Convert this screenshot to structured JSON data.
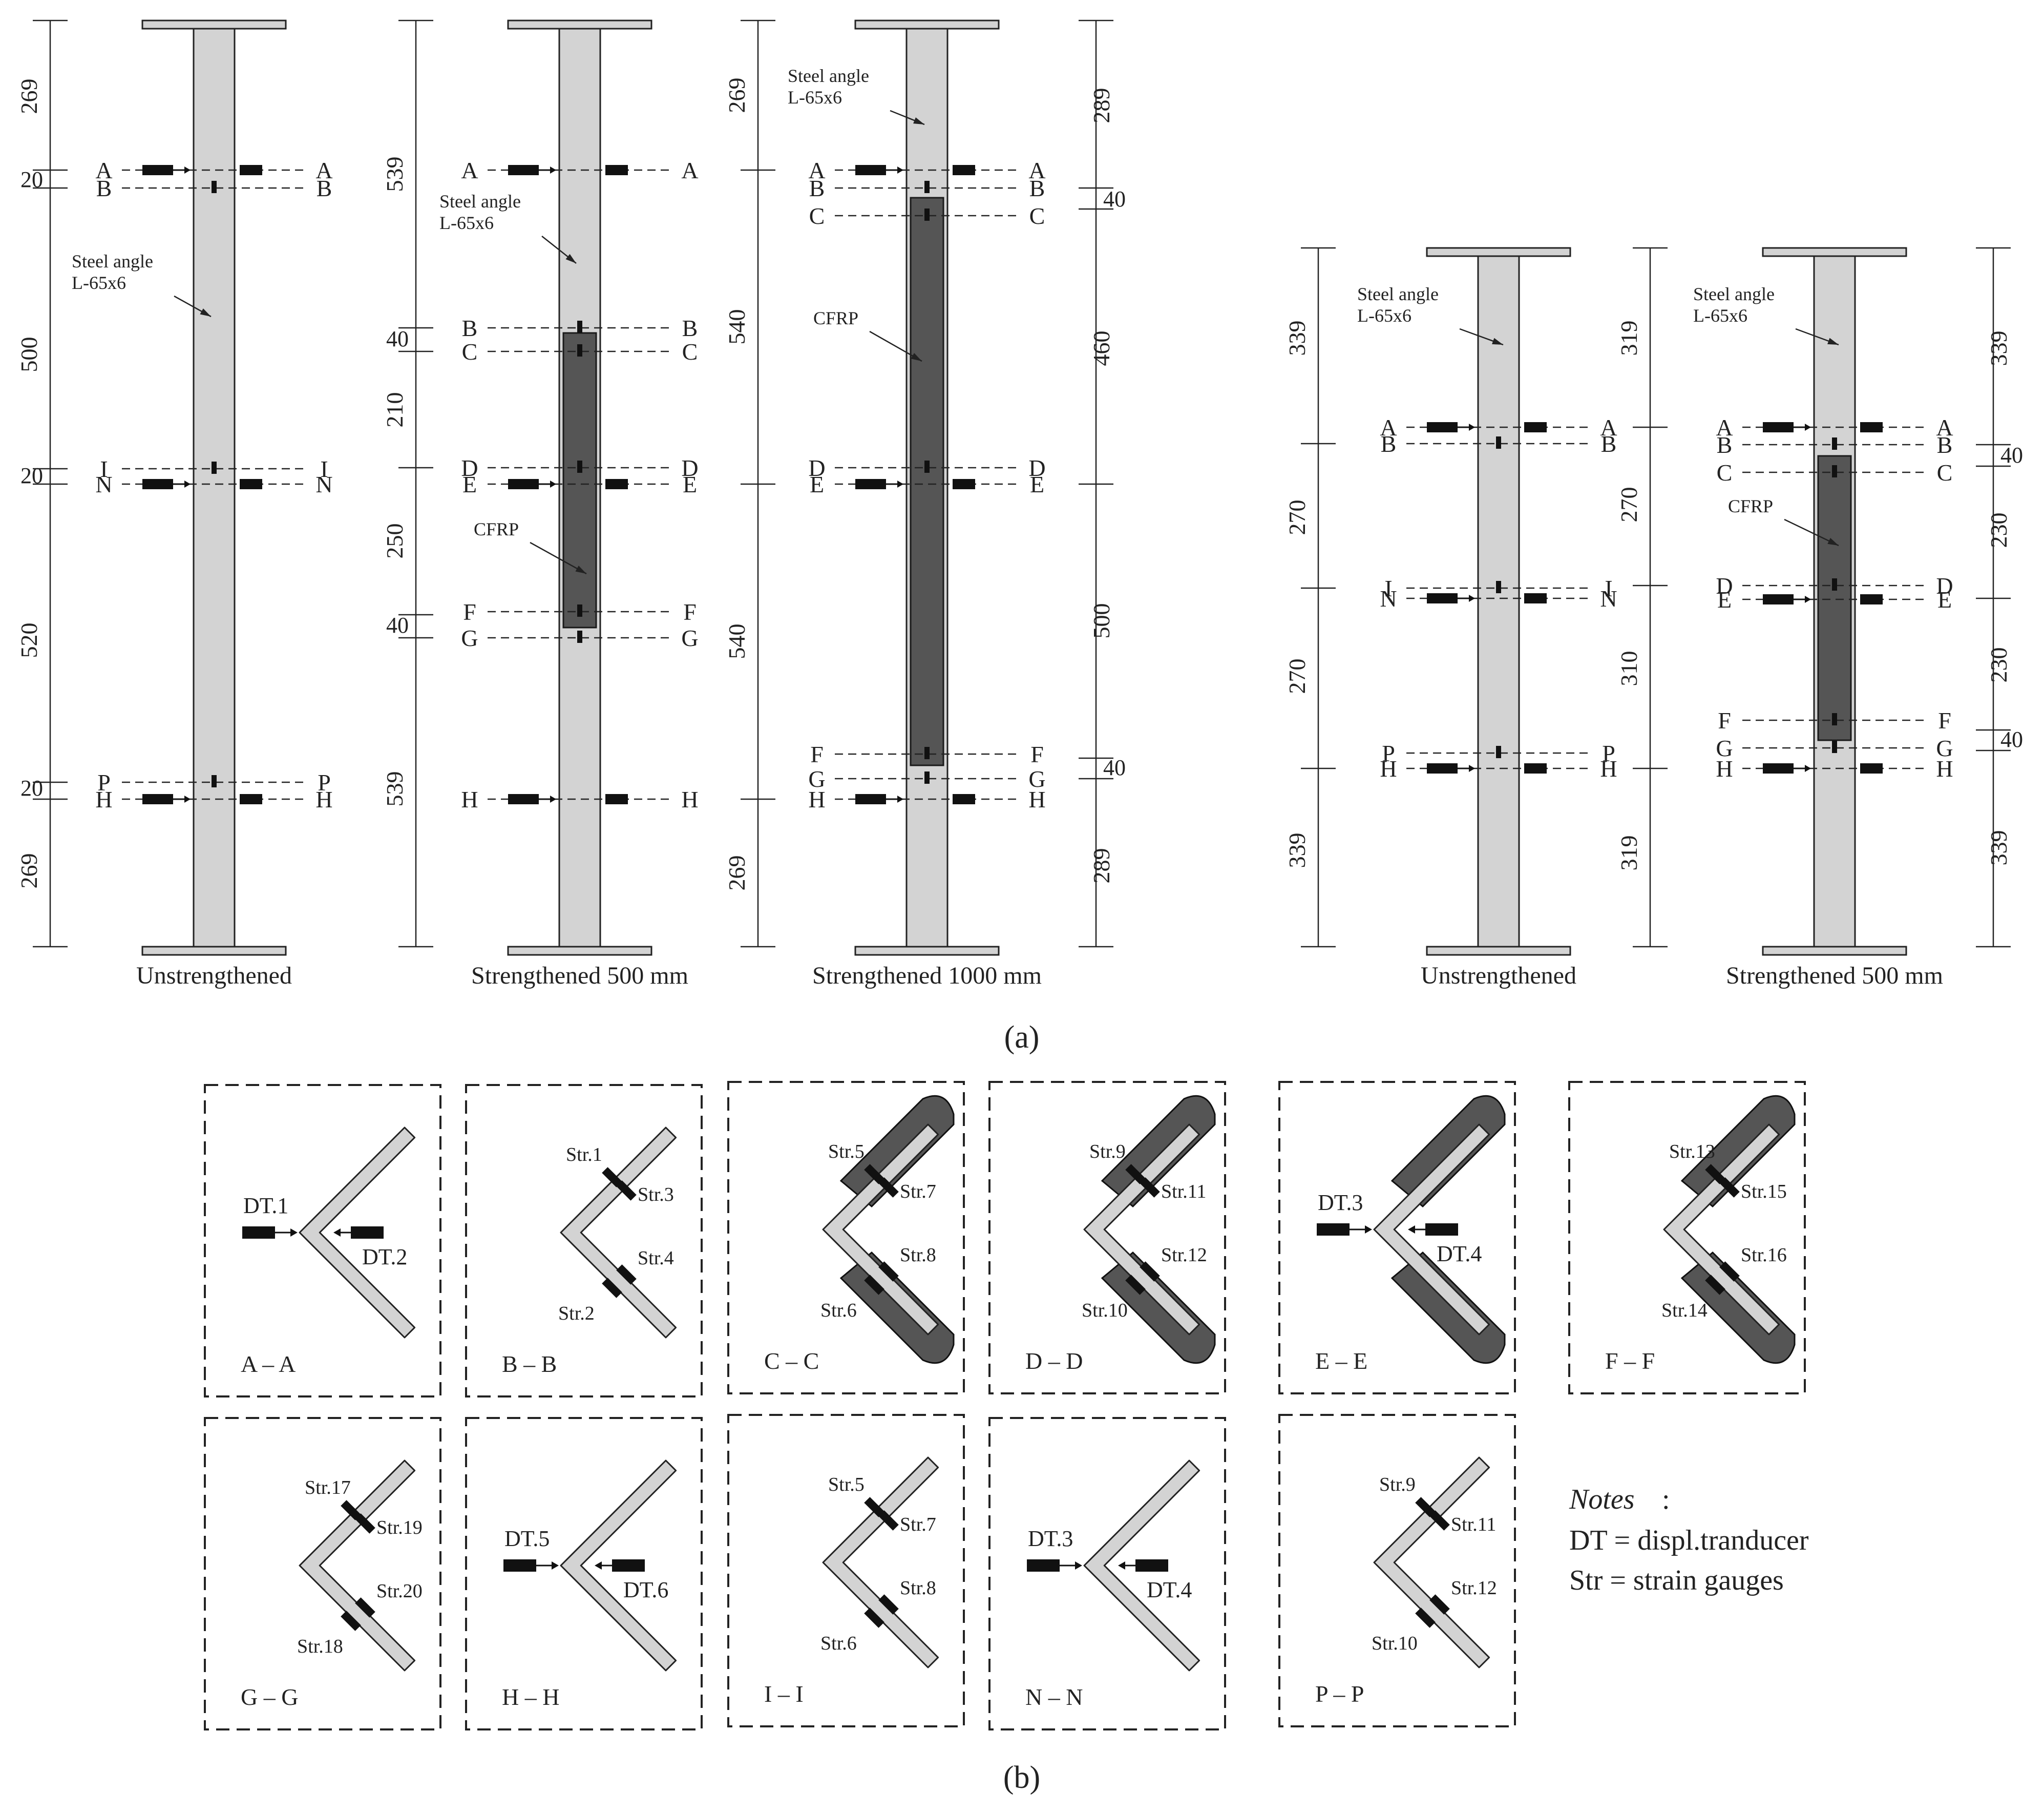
{
  "panel_a": {
    "label_text": "(a)",
    "columns": [
      {
        "caption": "Unstrengthened",
        "rows": [
          {
            "letter": "A",
            "type": "dt"
          },
          {
            "letter": "B",
            "type": "sg"
          },
          {
            "letter": "I",
            "type": "sg"
          },
          {
            "letter": "N",
            "type": "dt"
          },
          {
            "letter": "P",
            "type": "sg"
          },
          {
            "letter": "H",
            "type": "dt"
          }
        ],
        "annotations": [
          {
            "text": "Steel angle\nL-65x6"
          }
        ],
        "dims": [
          {
            "side": "L",
            "values": [
              "269",
              "20",
              "500",
              "20",
              "520",
              "20",
              "269"
            ]
          }
        ]
      },
      {
        "caption": "Strengthened 500 mm",
        "rows": [
          {
            "letter": "A",
            "type": "dt"
          },
          {
            "letter": "B",
            "type": "sg"
          },
          {
            "letter": "C",
            "type": "sg"
          },
          {
            "letter": "D",
            "type": "sg"
          },
          {
            "letter": "E",
            "type": "dt"
          },
          {
            "letter": "F",
            "type": "sg"
          },
          {
            "letter": "G",
            "type": "sg"
          },
          {
            "letter": "H",
            "type": "dt"
          }
        ],
        "annotations": [
          {
            "text": "Steel angle\nL-65x6"
          },
          {
            "text": "CFRP"
          }
        ],
        "dims": [
          {
            "side": "L",
            "values": [
              "539",
              "40",
              "210",
              "250",
              "40",
              "539"
            ]
          }
        ]
      },
      {
        "caption": "Strengthened 1000 mm",
        "rows": [
          {
            "letter": "A",
            "type": "dt"
          },
          {
            "letter": "B",
            "type": "sg"
          },
          {
            "letter": "C",
            "type": "sg"
          },
          {
            "letter": "D",
            "type": "sg"
          },
          {
            "letter": "E",
            "type": "dt"
          },
          {
            "letter": "F",
            "type": "sg"
          },
          {
            "letter": "G",
            "type": "sg"
          },
          {
            "letter": "H",
            "type": "dt"
          }
        ],
        "annotations": [
          {
            "text": "Steel angle\nL-65x6"
          },
          {
            "text": "CFRP"
          }
        ],
        "dims": [
          {
            "side": "L",
            "values": [
              "269",
              "540",
              "540",
              "269"
            ]
          },
          {
            "side": "R",
            "values": [
              "289",
              "40",
              "460",
              "500",
              "40",
              "289"
            ]
          }
        ]
      },
      {
        "caption": "Unstrengthened",
        "rows": [
          {
            "letter": "A",
            "type": "dt"
          },
          {
            "letter": "B",
            "type": "sg"
          },
          {
            "letter": "I",
            "type": "sg"
          },
          {
            "letter": "N",
            "type": "dt"
          },
          {
            "letter": "P",
            "type": "sg"
          },
          {
            "letter": "H",
            "type": "dt"
          }
        ],
        "annotations": [
          {
            "text": "Steel angle\nL-65x6"
          }
        ],
        "dims": [
          {
            "side": "L",
            "values": [
              "339",
              "270",
              "270",
              "339"
            ]
          }
        ]
      },
      {
        "caption": "Strengthened 500 mm",
        "rows": [
          {
            "letter": "A",
            "type": "dt"
          },
          {
            "letter": "B",
            "type": "sg"
          },
          {
            "letter": "C",
            "type": "sg"
          },
          {
            "letter": "D",
            "type": "sg"
          },
          {
            "letter": "E",
            "type": "dt"
          },
          {
            "letter": "F",
            "type": "sg"
          },
          {
            "letter": "G",
            "type": "sg"
          },
          {
            "letter": "H",
            "type": "dt"
          }
        ],
        "annotations": [
          {
            "text": "Steel angle\nL-65x6"
          },
          {
            "text": "CFRP"
          }
        ],
        "dims": [
          {
            "side": "L",
            "values": [
              "319",
              "270",
              "310",
              "319"
            ]
          },
          {
            "side": "R",
            "values": [
              "339",
              "40",
              "230",
              "230",
              "40",
              "339"
            ]
          }
        ]
      }
    ]
  },
  "panel_b": {
    "label_text": "(b)",
    "sections": [
      {
        "title": "A – A",
        "cfrp": false,
        "dt": [
          "DT.1",
          "DT.2"
        ],
        "sg": []
      },
      {
        "title": "B – B",
        "cfrp": false,
        "dt": [],
        "sg": [
          "Str.1",
          "Str.3",
          "Str.2",
          "Str.4"
        ]
      },
      {
        "title": "C – C",
        "cfrp": true,
        "dt": [],
        "sg": [
          "Str.5",
          "Str.7",
          "Str.6",
          "Str.8"
        ]
      },
      {
        "title": "D – D",
        "cfrp": true,
        "dt": [],
        "sg": [
          "Str.9",
          "Str.11",
          "Str.10",
          "Str.12"
        ]
      },
      {
        "title": "E – E",
        "cfrp": true,
        "dt": [
          "DT.3",
          "DT.4"
        ],
        "sg": []
      },
      {
        "title": "F – F",
        "cfrp": true,
        "dt": [],
        "sg": [
          "Str.13",
          "Str.15",
          "Str.14",
          "Str.16"
        ]
      },
      {
        "title": "G – G",
        "cfrp": false,
        "dt": [],
        "sg": [
          "Str.17",
          "Str.19",
          "Str.18",
          "Str.20"
        ]
      },
      {
        "title": "H – H",
        "cfrp": false,
        "dt": [
          "DT.5",
          "DT.6"
        ],
        "sg": []
      },
      {
        "title": "I – I",
        "cfrp": false,
        "dt": [],
        "sg": [
          "Str.5",
          "Str.7",
          "Str.6",
          "Str.8"
        ]
      },
      {
        "title": "N – N",
        "cfrp": false,
        "dt": [
          "DT.3",
          "DT.4"
        ],
        "sg": []
      },
      {
        "title": "P – P",
        "cfrp": false,
        "dt": [],
        "sg": [
          "Str.9",
          "Str.11",
          "Str.10",
          "Str.12"
        ]
      }
    ],
    "notes": {
      "heading": "Notes",
      "lines": [
        "DT = displ.tranducer",
        "Str = strain gauges"
      ]
    }
  },
  "colors": {
    "steel": "#d3d3d3",
    "cfrp": "#555555",
    "ink": "#222222"
  }
}
